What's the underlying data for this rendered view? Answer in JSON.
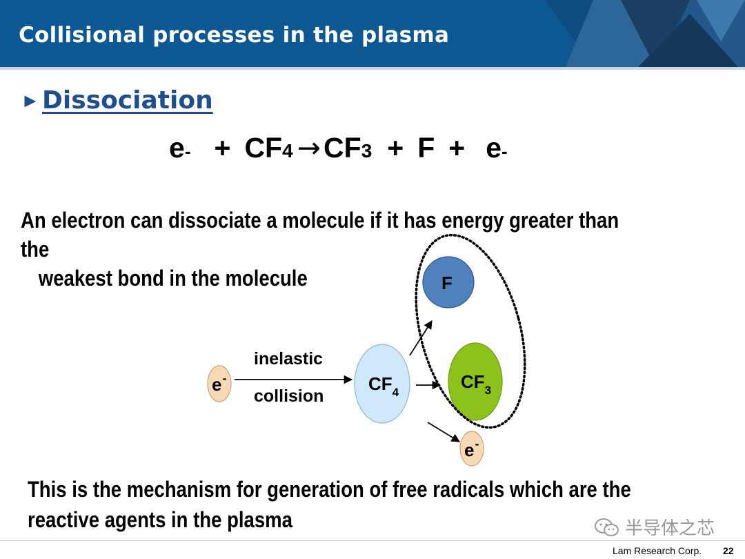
{
  "header": {
    "title": "Collisional processes in the plasma"
  },
  "section": {
    "bullet": "►",
    "heading": "Dissociation"
  },
  "equation": {
    "t1": "e",
    "t1_sup": "-",
    "plus1": "+",
    "t2": "CF",
    "t2_sub": "4",
    "arrow": "→",
    "t3": "CF",
    "t3_sub": "3",
    "plus2": "+",
    "t4": "F",
    "plus3": "+",
    "t5": "e",
    "t5_sup": "-"
  },
  "paragraph1": {
    "line1": "An electron can dissociate a molecule if it has energy greater than the",
    "line2": "weakest bond in the molecule"
  },
  "diagram": {
    "electron_in": {
      "text": "e",
      "sup": "-"
    },
    "label_top": "inelastic",
    "label_bottom": "collision",
    "molecule": {
      "text": "CF",
      "sub": "4"
    },
    "product_f": {
      "text": "F"
    },
    "product_cf3": {
      "text": "CF",
      "sub": "3"
    },
    "electron_out": {
      "text": "e",
      "sup": "-"
    },
    "colors": {
      "electron_fill": "#f8d9b6",
      "molecule_fill": "#cfe9fb",
      "f_fill": "#4f81bd",
      "cf3_fill": "#8cc21c"
    }
  },
  "paragraph2": {
    "line1": "This is the mechanism for generation of free radicals which are the",
    "line2": "reactive agents in the plasma"
  },
  "watermark": {
    "text": "半导体之芯",
    "icon": "wechat-icon"
  },
  "footer": {
    "company": "Lam Research Corp.",
    "page": "22"
  },
  "colors": {
    "header_bg": "#0d5792",
    "heading": "#1f4e8c"
  }
}
